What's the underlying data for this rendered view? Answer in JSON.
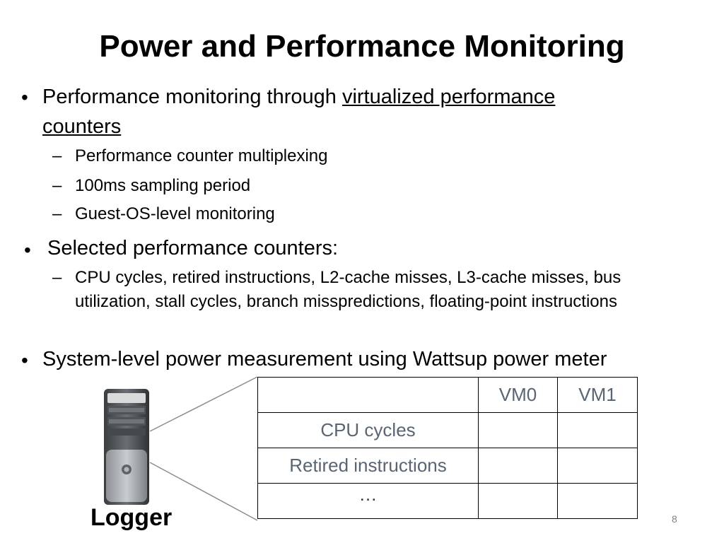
{
  "slide": {
    "title": "Power and Performance Monitoring",
    "bullets": {
      "b1_text": "Performance monitoring through ",
      "b1_link_part1": "virtualized performance",
      "b1_link_part2": "counters",
      "b1_subs": [
        "Performance counter multiplexing",
        "100ms sampling period",
        "Guest-OS-level monitoring"
      ],
      "b2_text": "Selected performance counters:",
      "b2_sub": "CPU cycles, retired instructions, L2-cache misses, L3-cache misses, bus utilization, stall cycles, branch misspredictions, floating-point instructions",
      "b3_text": "System-level power measurement using Wattsup power meter"
    },
    "bullet_symbol": "•",
    "dash_symbol": "–",
    "logger_label": "Logger",
    "table": {
      "header": [
        "",
        "VM0",
        "VM1"
      ],
      "rows": [
        [
          "CPU cycles",
          "",
          ""
        ],
        [
          "Retired instructions",
          "",
          ""
        ],
        [
          "…",
          "",
          ""
        ]
      ]
    },
    "page_number": "8",
    "colors": {
      "table_text": "#5a6573"
    }
  }
}
